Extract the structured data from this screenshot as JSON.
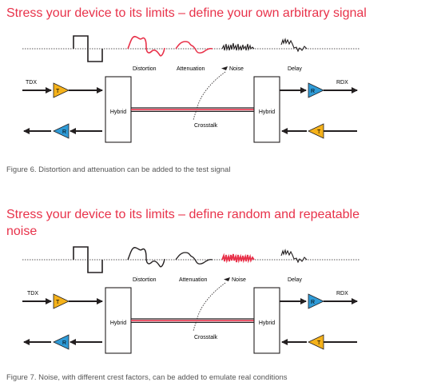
{
  "sections": [
    {
      "heading": "Stress your device to its limits – define your own arbitrary signal",
      "caption": "Figure 6. Distortion and attenuation can be added to the test signal",
      "labels": {
        "distortion": "Distortion",
        "attenuation": "Attenuation",
        "noise": "Noise",
        "delay": "Delay",
        "tdx": "TDX",
        "rdx": "RDX",
        "hybrid_left": "Hybrid",
        "hybrid_right": "Hybrid",
        "crosstalk": "Crosstalk",
        "t_top": "T",
        "r_top": "R",
        "r_bottom": "R",
        "t_bottom": "T"
      }
    },
    {
      "heading": "Stress your device to its limits – define random and repeatable noise",
      "caption": "Figure 7. Noise, with different crest factors, can be added to emulate real conditions",
      "labels": {
        "distortion": "Distortion",
        "attenuation": "Attenuation",
        "noise": "Noise",
        "delay": "Delay",
        "tdx": "TDX",
        "rdx": "RDX",
        "hybrid_left": "Hybrid",
        "hybrid_right": "Hybrid",
        "crosstalk": "Crosstalk",
        "t_top": "T",
        "r_top": "R",
        "r_bottom": "R",
        "t_bottom": "T"
      }
    }
  ],
  "colors": {
    "heading": "#e8324a",
    "signal_red": "#e8324a",
    "transmitter": "#f5b21a",
    "receiver": "#2f9bd7",
    "line": "#231f20"
  }
}
